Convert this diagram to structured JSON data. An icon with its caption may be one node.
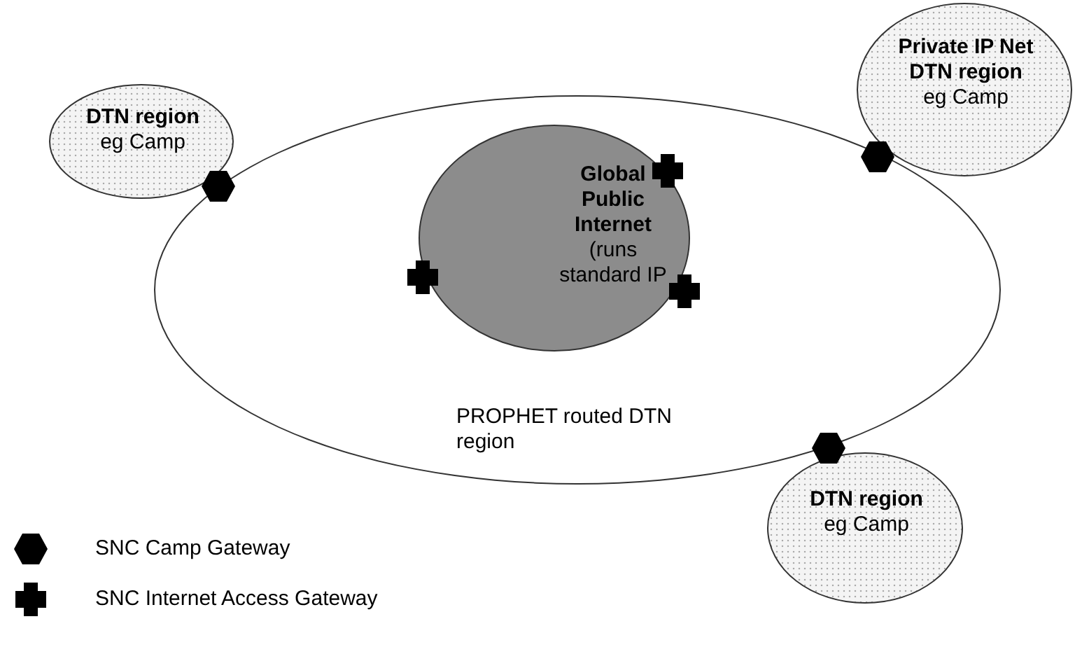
{
  "diagram": {
    "nodes": [
      {
        "text": [
          "DTN region",
          "eg Camp"
        ]
      },
      {
        "text": [
          "Private IP Net DTN region",
          "eg Camp"
        ]
      },
      {
        "text": [
          "PROPHET routed DTN region"
        ]
      },
      {
        "text": [
          "Global Public Internet",
          "(runs standard IP"
        ],
        "in": 2
      },
      {
        "text": [
          "DTN region",
          "eg Camp"
        ]
      }
    ],
    "edges": [],
    "legend": [
      {
        "text": "SNC Camp Gateway"
      },
      {
        "text": "SNC Internet Access Gateway"
      }
    ]
  }
}
